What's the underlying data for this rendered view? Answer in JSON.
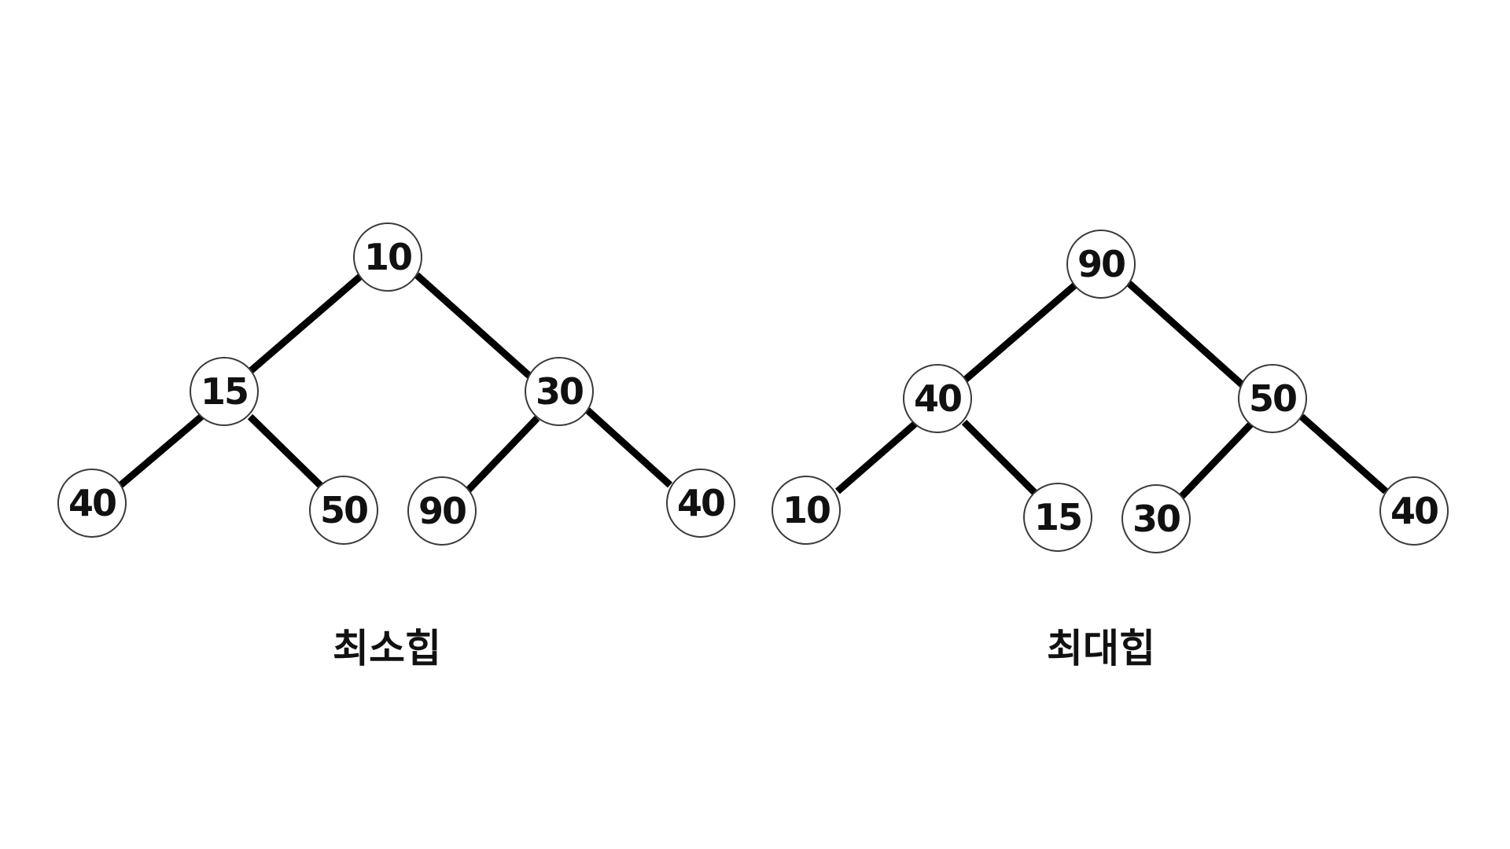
{
  "min_heap": {
    "label": "최소힙",
    "nodes": [
      "10",
      "15",
      "30",
      "40",
      "50",
      "90",
      "40"
    ]
  },
  "max_heap": {
    "label": "최대힙",
    "nodes": [
      "90",
      "40",
      "50",
      "10",
      "15",
      "30",
      "40"
    ]
  },
  "colors": {
    "background": "#ffffff",
    "edge": "#000000",
    "node_border": "#3a3a3a",
    "text": "#111111"
  }
}
